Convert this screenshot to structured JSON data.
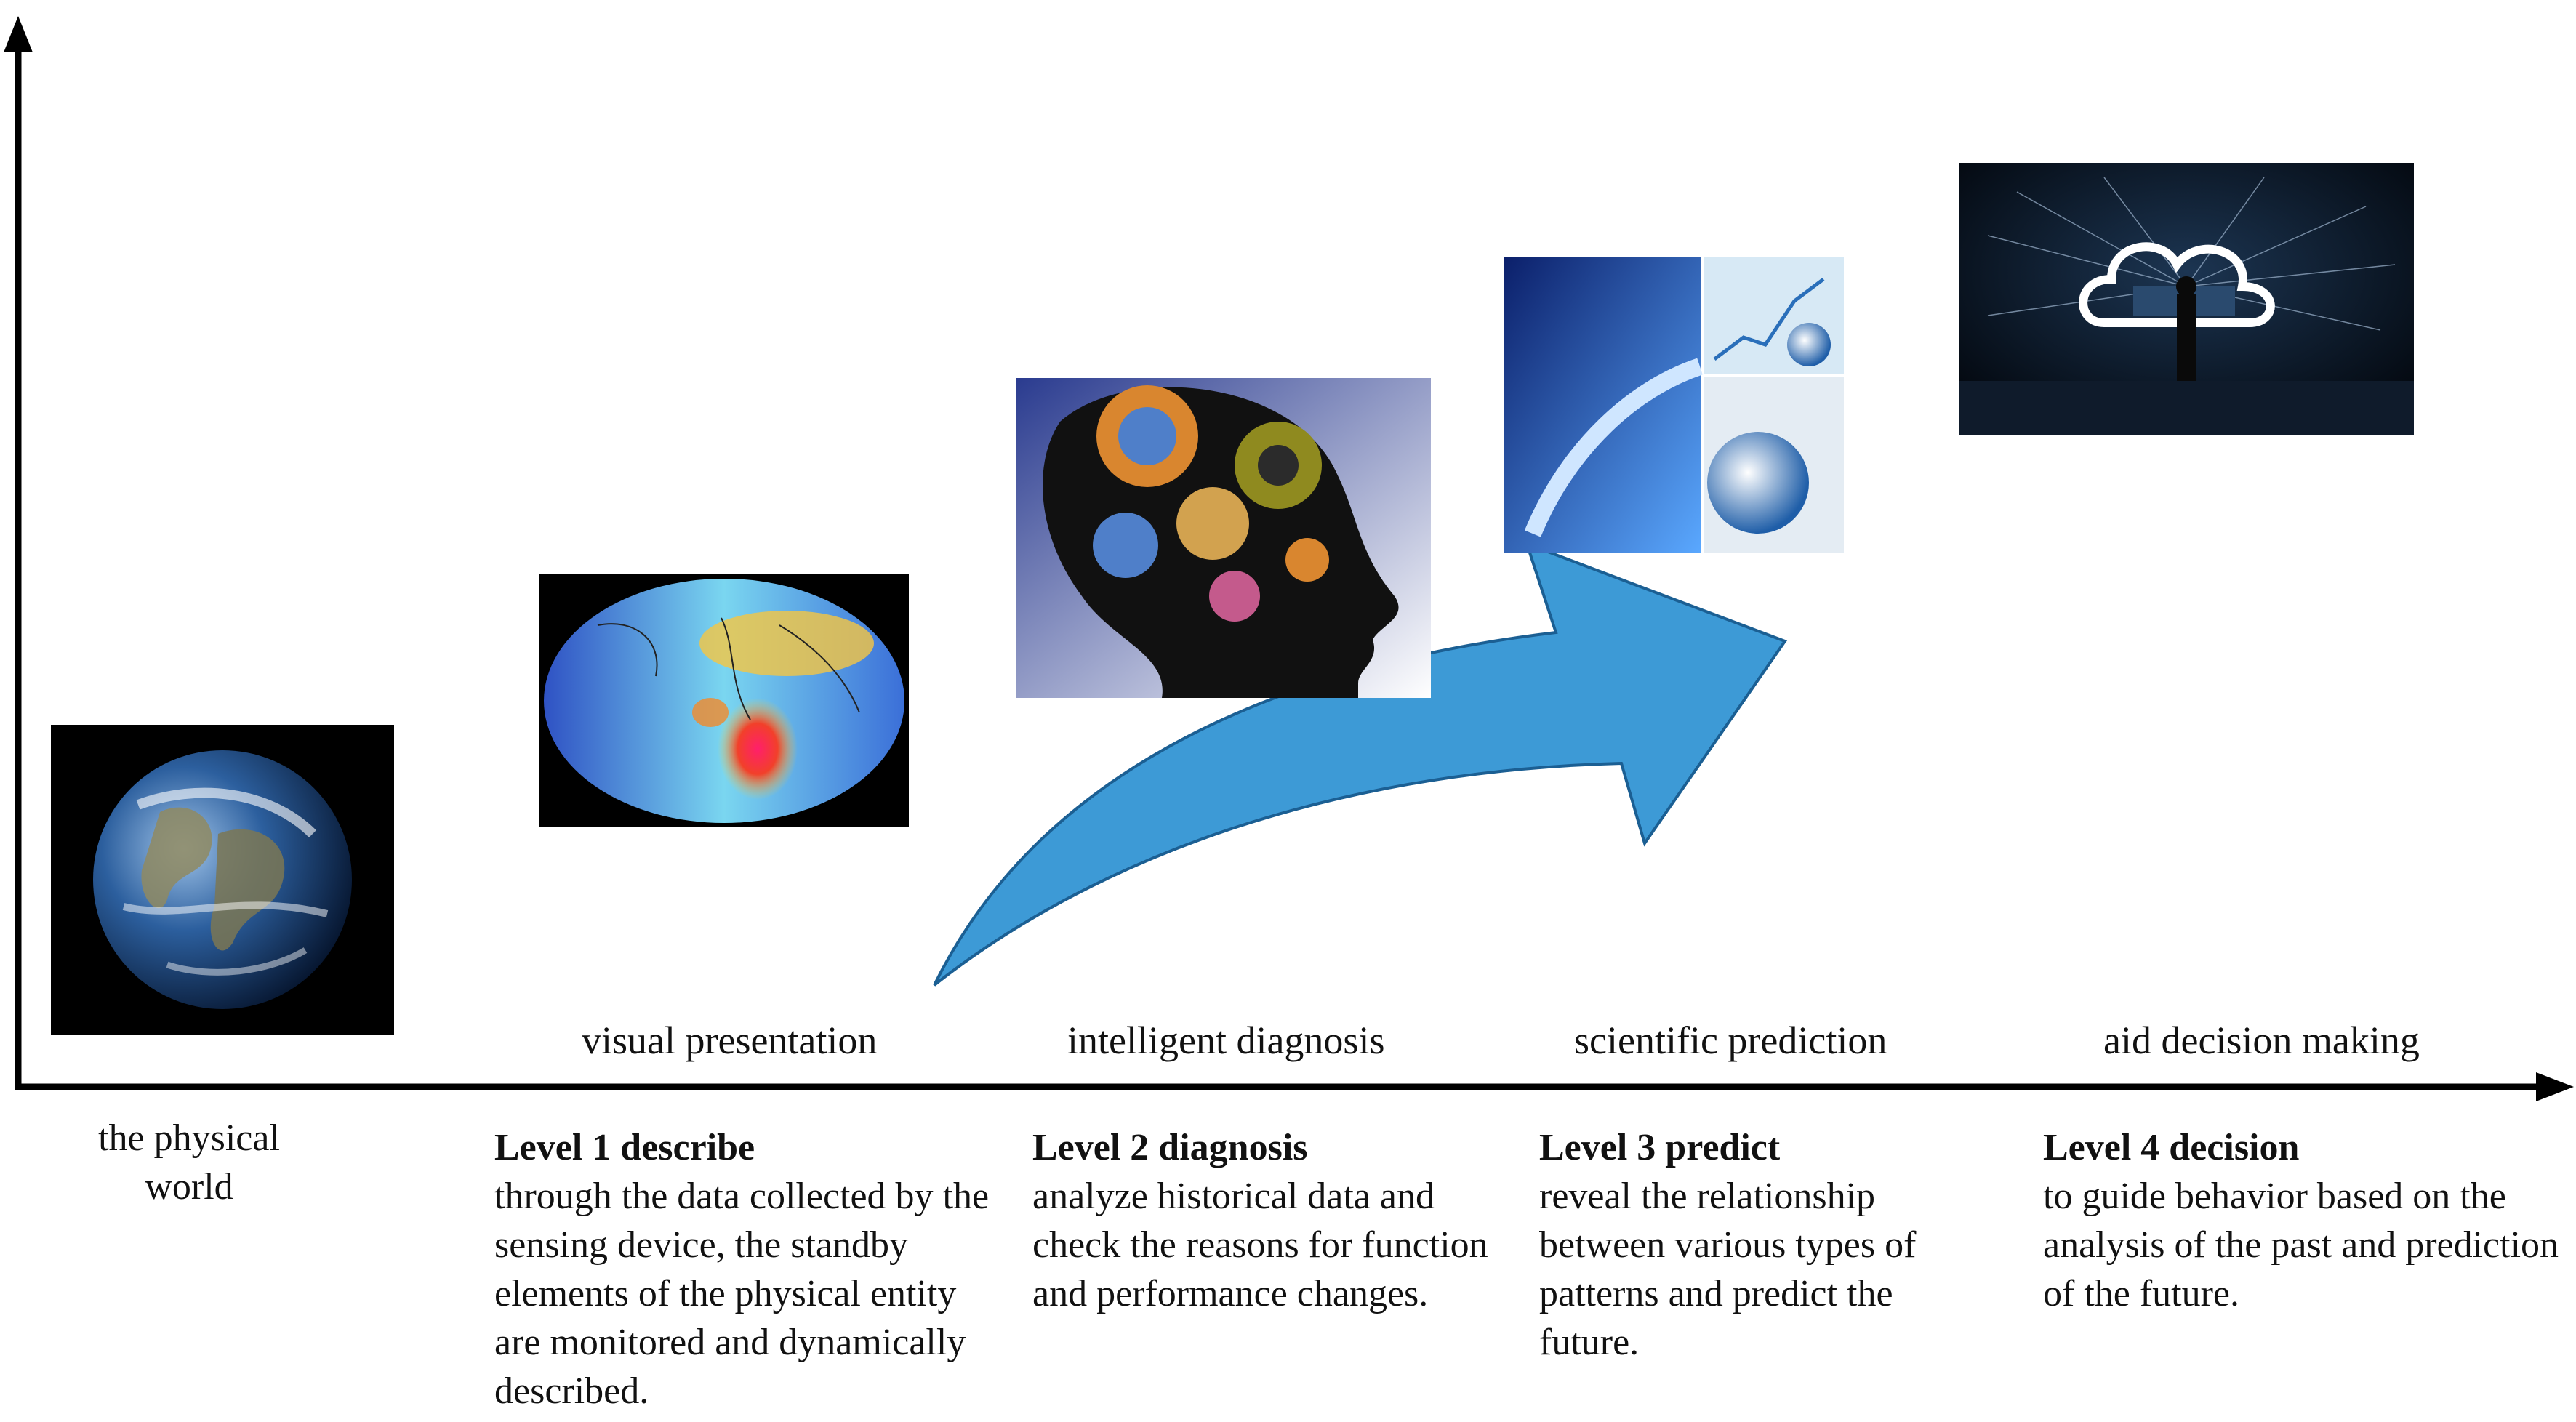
{
  "origin": {
    "label": "the physical world"
  },
  "stages": [
    {
      "label": "visual presentation",
      "level_title": "Level 1 describe",
      "description": "through the data collected by the sensing device, the standby elements of the physical entity are monitored and dynamically described.",
      "image": "world-heatmap-map"
    },
    {
      "label": "intelligent diagnosis",
      "level_title": "Level 2 diagnosis",
      "description": "analyze historical data and check the reasons for function and performance changes.",
      "image": "gear-head-silhouette"
    },
    {
      "label": "scientific prediction",
      "level_title": "Level 3 predict",
      "description": "reveal the relationship between various types of patterns and predict the future.",
      "image": "globe-growth-collage"
    },
    {
      "label": "aid decision making",
      "level_title": "Level 4 decision",
      "description": "to guide behavior based on the analysis of the past and prediction of the future.",
      "image": "cloud-network-businessman"
    }
  ],
  "colors": {
    "arrow": "#3d9ad6",
    "axis": "#000000"
  }
}
